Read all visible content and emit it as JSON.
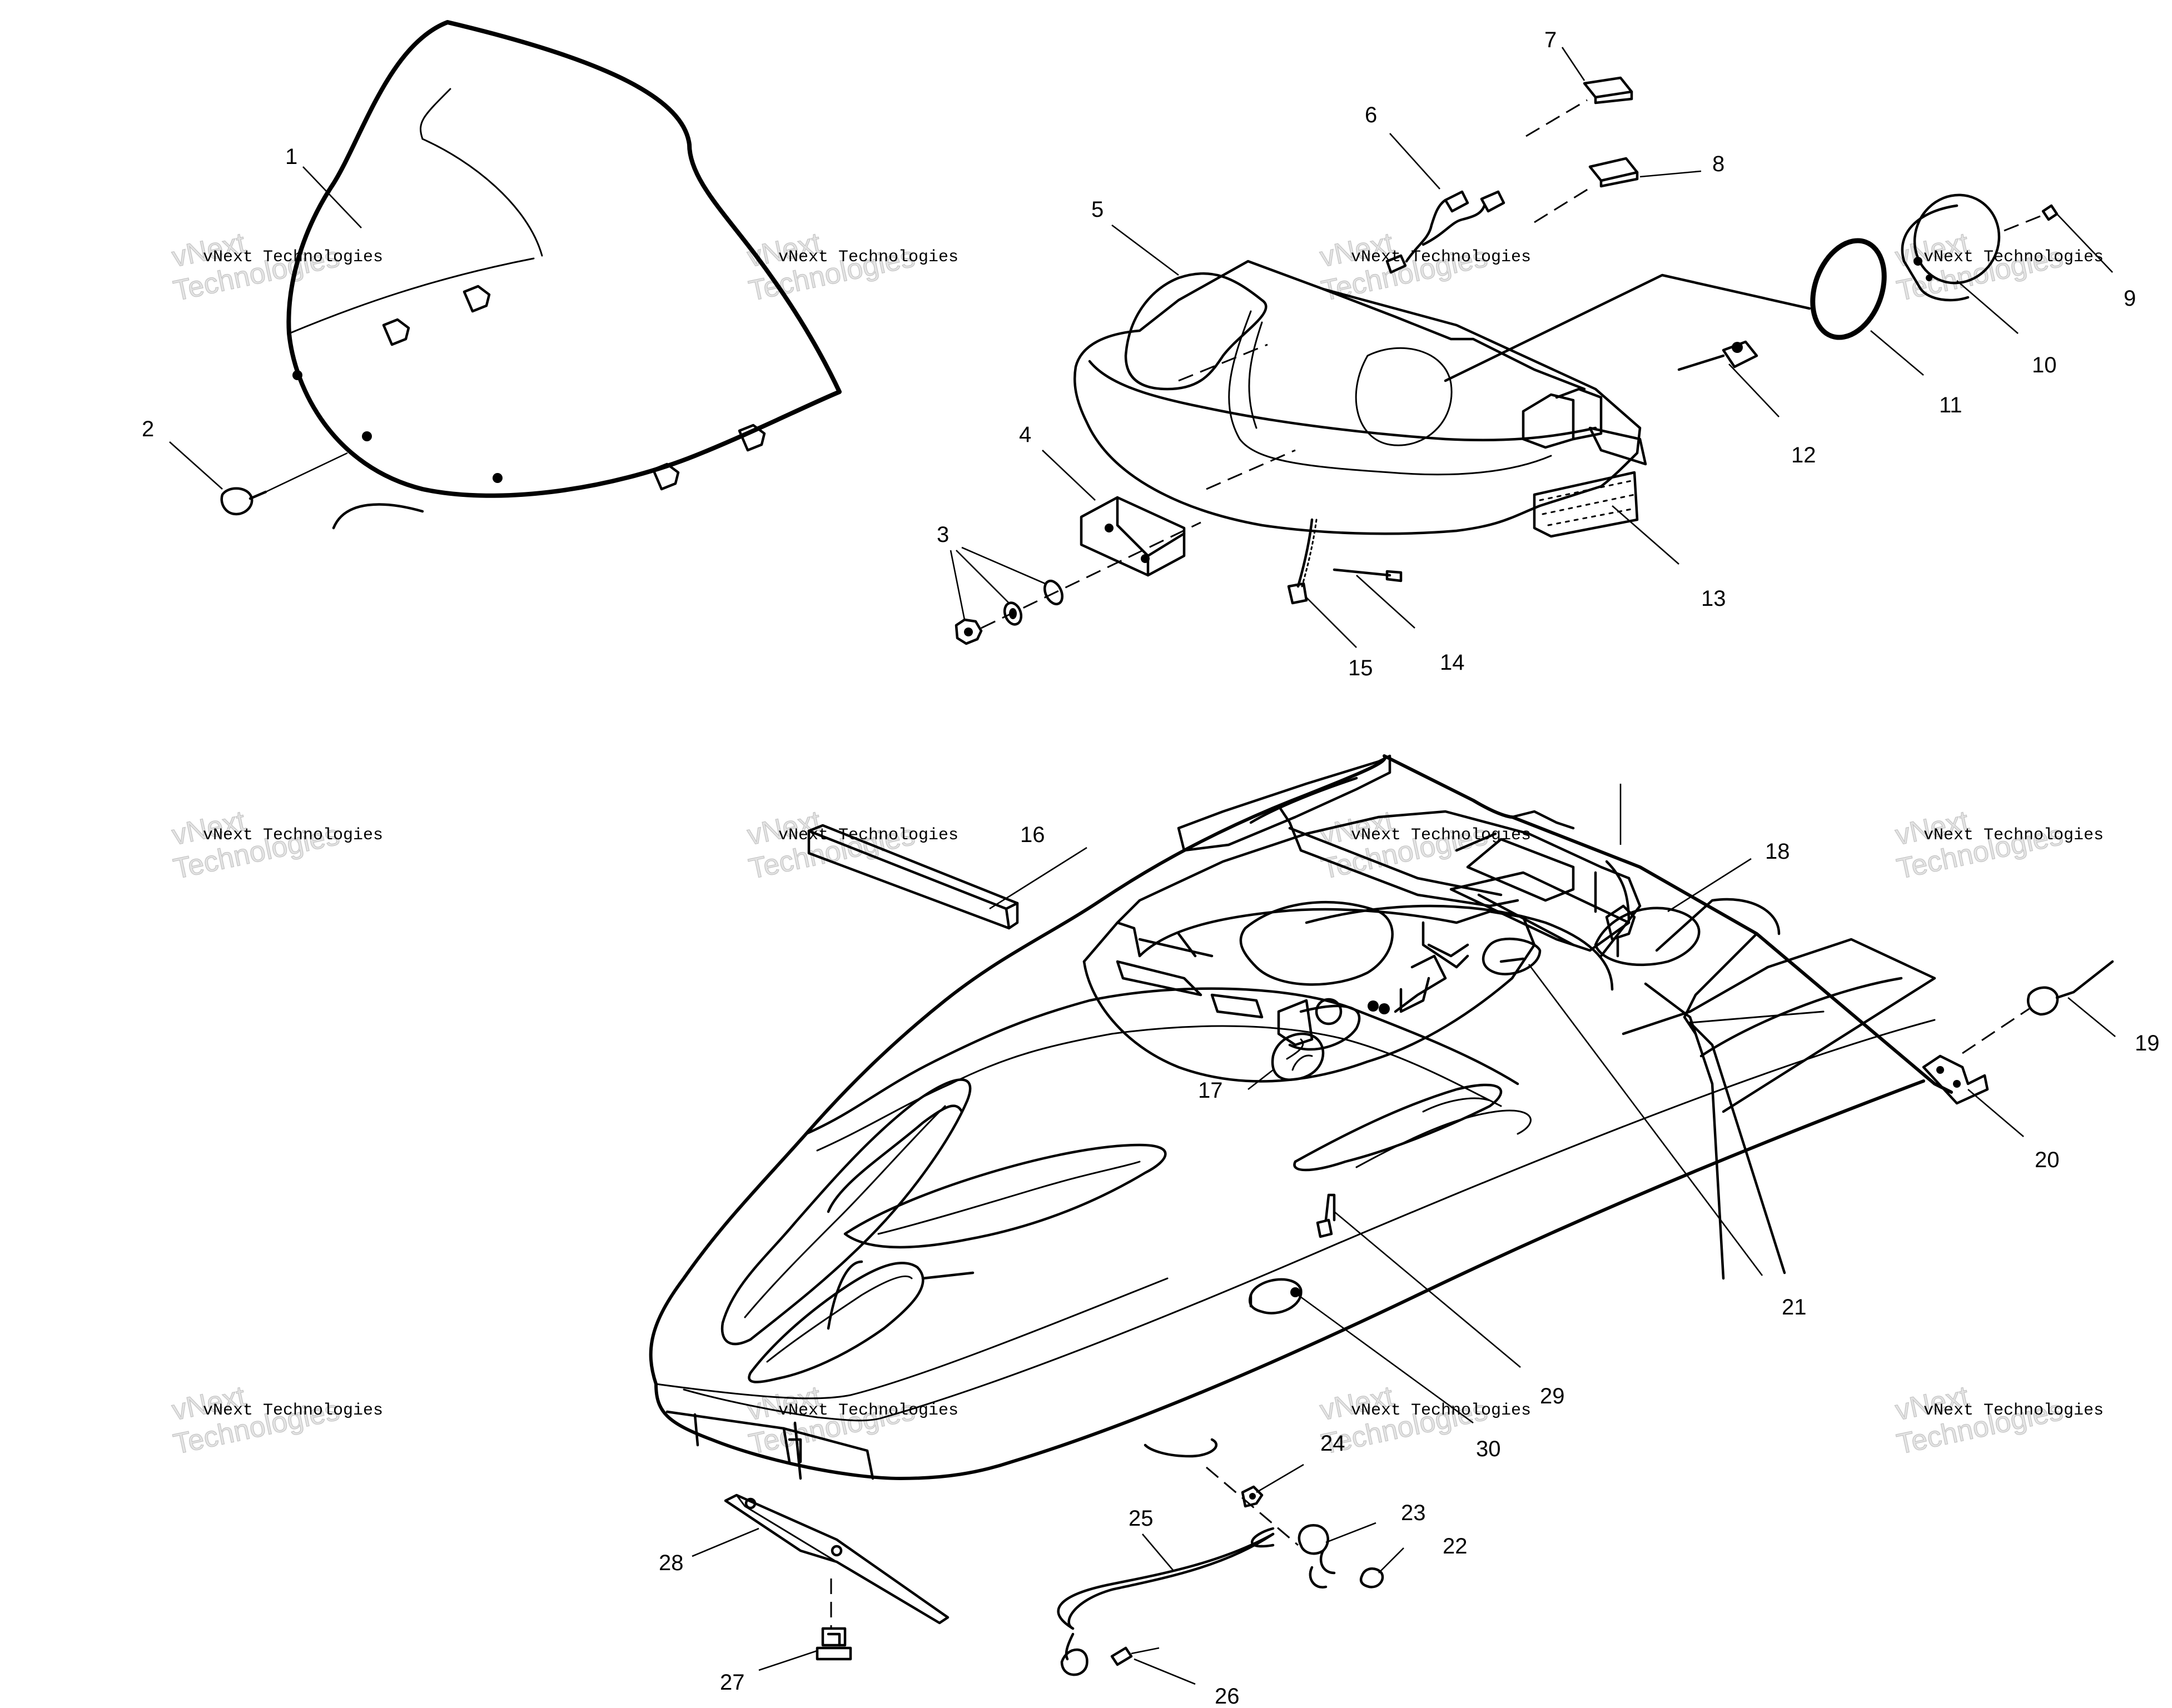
{
  "callouts": [
    "1",
    "2",
    "3",
    "4",
    "5",
    "6",
    "7",
    "8",
    "9",
    "10",
    "11",
    "12",
    "13",
    "14",
    "15",
    "16",
    "17",
    "18",
    "19",
    "20",
    "21",
    "22",
    "23",
    "24",
    "25",
    "26",
    "27",
    "28",
    "29",
    "30"
  ],
  "watermark": {
    "line1": "vNext Technologies",
    "line2": "vNext",
    "line3": "Technologies"
  }
}
